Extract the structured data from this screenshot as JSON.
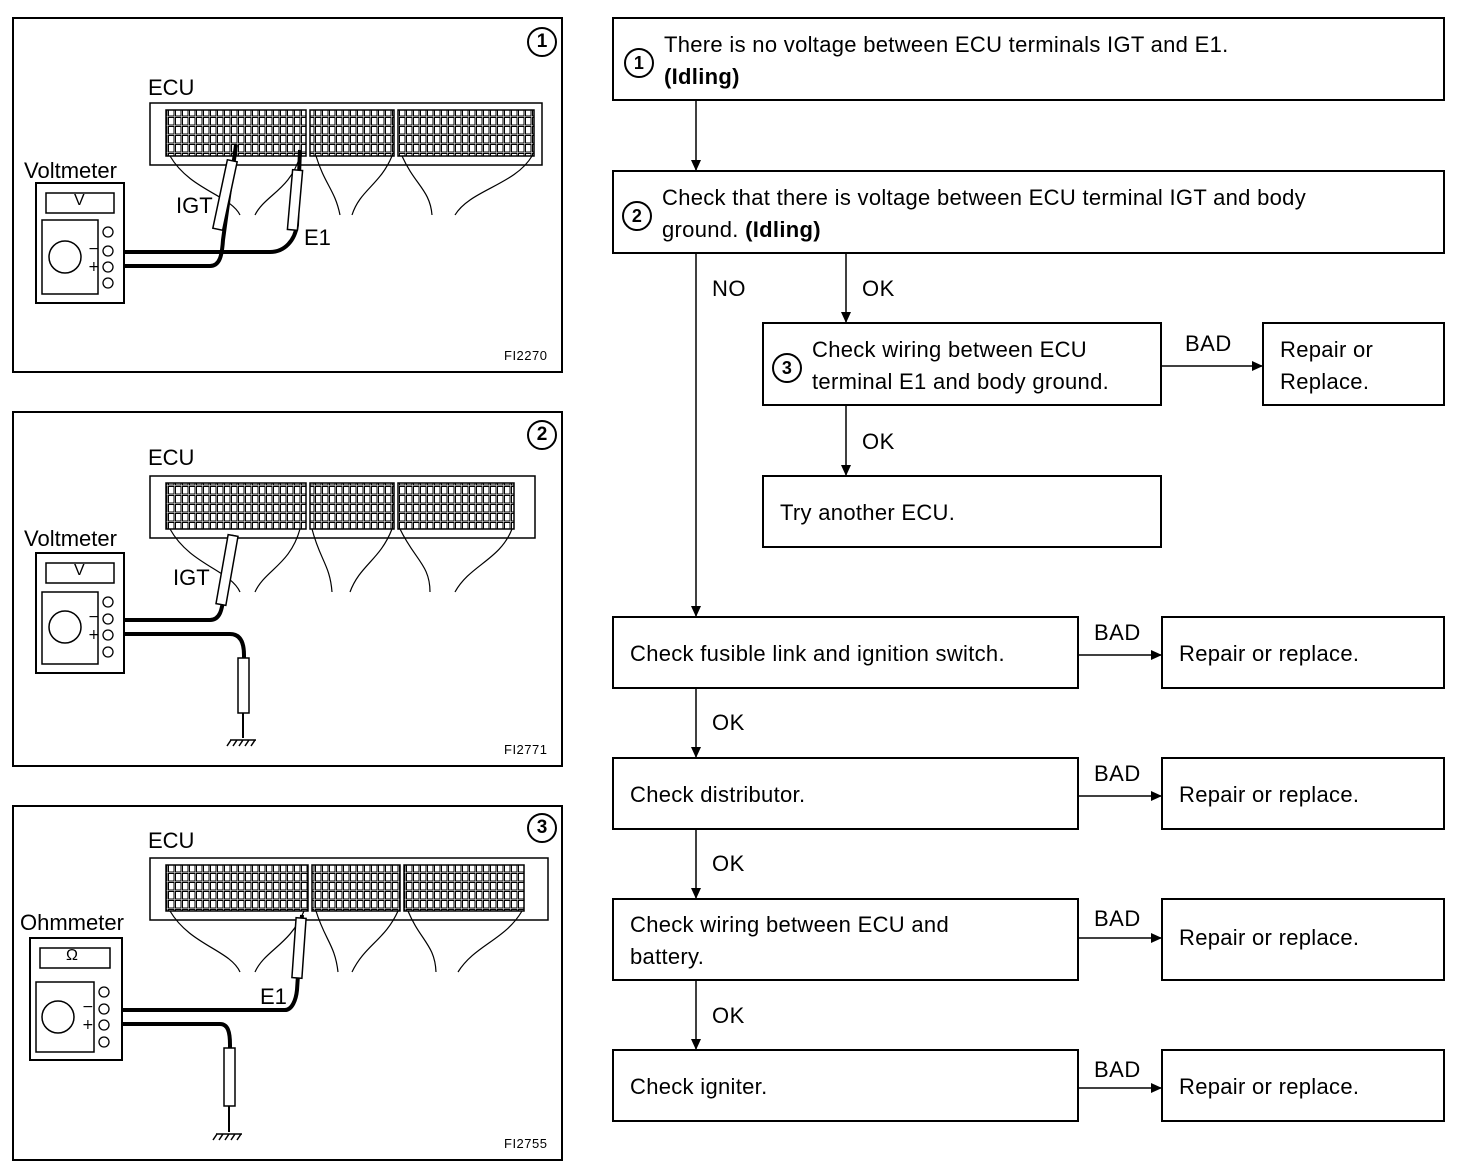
{
  "panels": [
    {
      "num": "1",
      "ecu_label": "ECU",
      "meter_label": "Voltmeter",
      "meter_symbol": "V",
      "probe_labels": [
        "IGT",
        "E1"
      ],
      "figure_id": "FI2270"
    },
    {
      "num": "2",
      "ecu_label": "ECU",
      "meter_label": "Voltmeter",
      "meter_symbol": "V",
      "probe_labels": [
        "IGT"
      ],
      "figure_id": "FI2771"
    },
    {
      "num": "3",
      "ecu_label": "ECU",
      "meter_label": "Ohmmeter",
      "meter_symbol": "Ω",
      "probe_labels": [
        "E1"
      ],
      "figure_id": "FI2755"
    }
  ],
  "flow": {
    "step1": {
      "num": "1",
      "line1": "There is no voltage between ECU terminals IGT and E1.",
      "line2": "(Idling)"
    },
    "step2": {
      "num": "2",
      "line1": "Check that there is voltage between ECU terminal IGT and body",
      "line2a": "ground.",
      "line2b": "(Idling)"
    },
    "step3": {
      "num": "3",
      "line1": "Check wiring between ECU",
      "line2": "terminal E1 and body ground."
    },
    "step3_bad": {
      "line1": "Repair or",
      "line2": "Replace."
    },
    "try_ecu": "Try another ECU.",
    "fusible": "Check fusible link and ignition switch.",
    "distributor": "Check distributor.",
    "wiring_battery": {
      "line1": "Check wiring between ECU and",
      "line2": "battery."
    },
    "igniter": "Check igniter.",
    "repair": "Repair or replace.",
    "labels": {
      "no": "NO",
      "ok": "OK",
      "bad": "BAD"
    }
  }
}
